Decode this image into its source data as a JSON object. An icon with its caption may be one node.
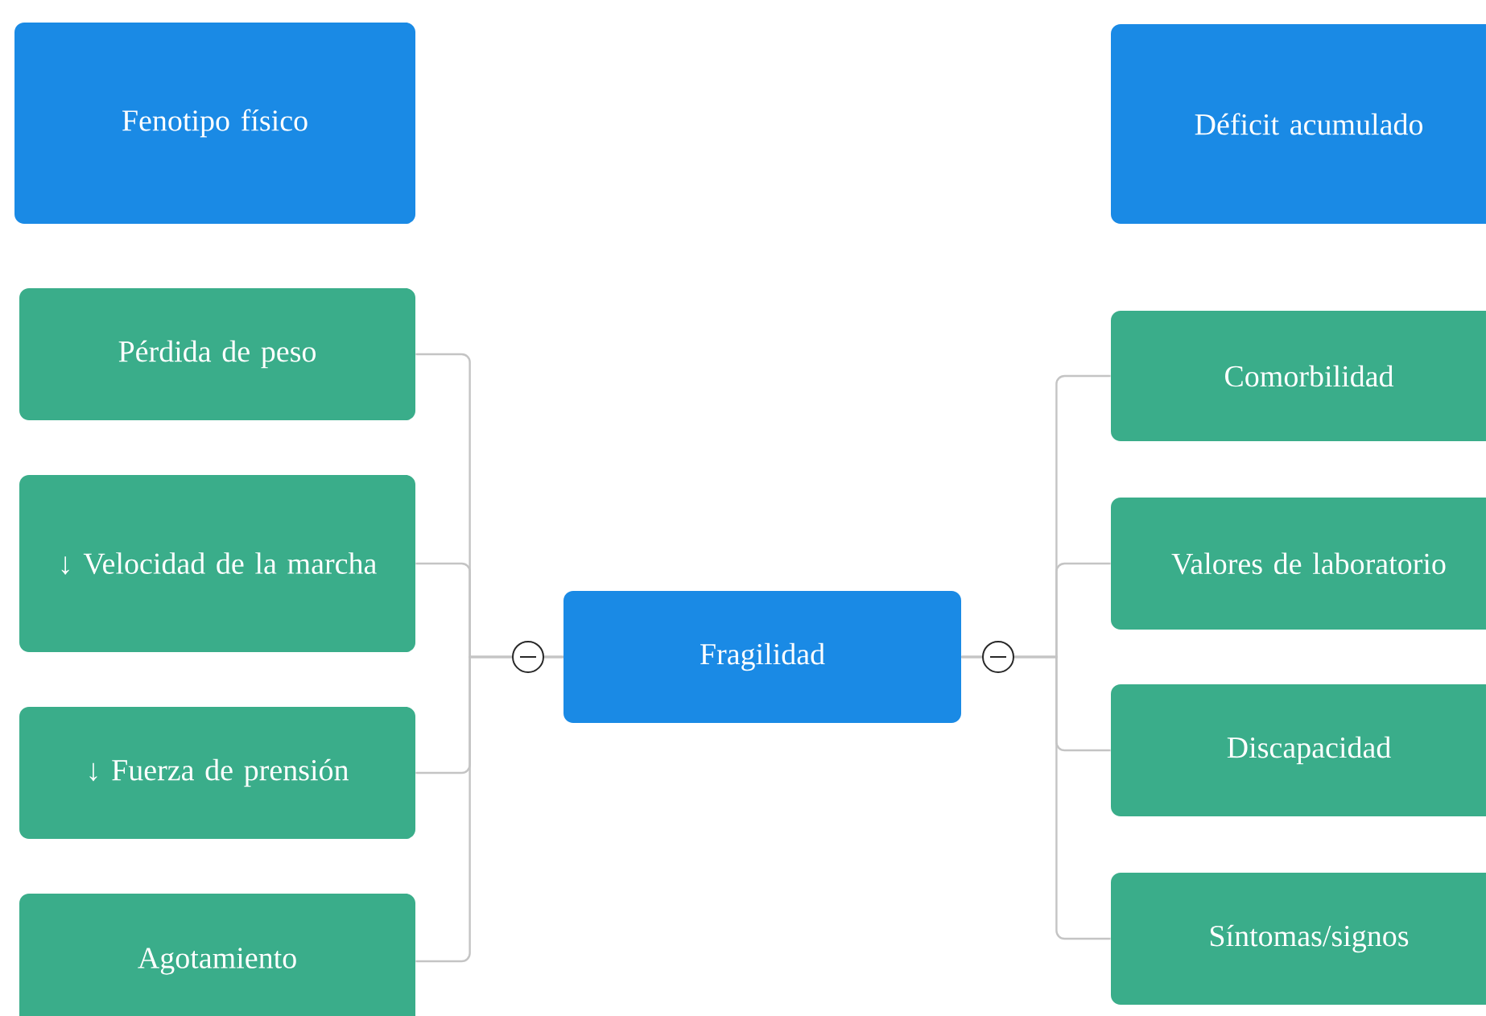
{
  "diagram": {
    "nodes": [
      {
        "text": [
          "Fenotipo físico"
        ]
      },
      {
        "text": [
          "Déficit acumulado"
        ]
      },
      {
        "text": [
          "Pérdida de peso"
        ]
      },
      {
        "text": [
          "↓ Velocidad de la marcha"
        ]
      },
      {
        "text": [
          "↓ Fuerza de prensión"
        ]
      },
      {
        "text": [
          "Agotamiento"
        ]
      },
      {
        "text": [
          "Fragilidad"
        ]
      },
      {
        "text": [
          "Comorbilidad"
        ]
      },
      {
        "text": [
          "Valores de laboratorio"
        ]
      },
      {
        "text": [
          "Discapacidad"
        ]
      },
      {
        "text": [
          "Síntomas/signos"
        ]
      }
    ],
    "edges": [
      {
        "from": 6,
        "to": 2,
        "arrow": "none"
      },
      {
        "from": 6,
        "to": 3,
        "arrow": "none"
      },
      {
        "from": 6,
        "to": 4,
        "arrow": "none"
      },
      {
        "from": 6,
        "to": 5,
        "arrow": "none"
      },
      {
        "from": 6,
        "to": 7,
        "arrow": "none"
      },
      {
        "from": 6,
        "to": 8,
        "arrow": "none"
      },
      {
        "from": 6,
        "to": 9,
        "arrow": "none"
      },
      {
        "from": 6,
        "to": 10,
        "arrow": "none"
      }
    ]
  }
}
